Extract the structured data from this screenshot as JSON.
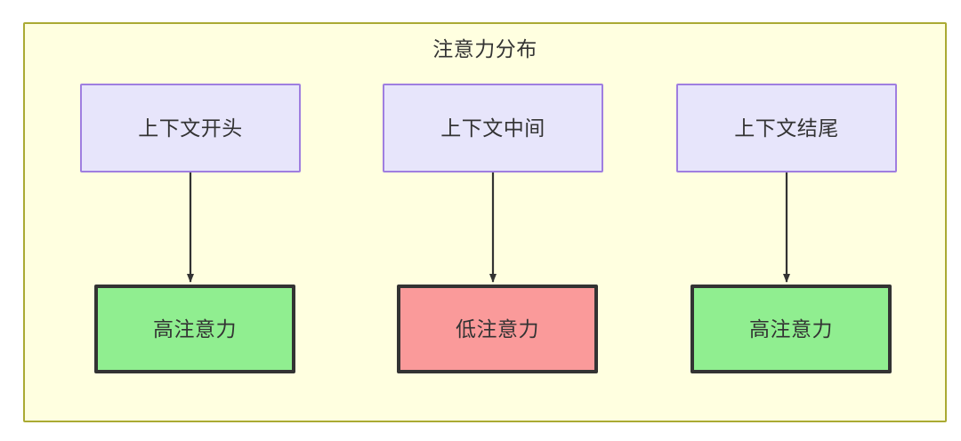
{
  "diagram": {
    "title": "注意力分布",
    "background_color": "#ffffe0",
    "border_color": "#aaaa33",
    "page_background": "#ffffff",
    "text_color": "#333333",
    "nodes": {
      "context": [
        {
          "id": "ctx-start",
          "label": "上下文开头",
          "fill": "#e7e5fb",
          "stroke": "#9f7ee0"
        },
        {
          "id": "ctx-middle",
          "label": "上下文中间",
          "fill": "#e7e5fb",
          "stroke": "#9f7ee0"
        },
        {
          "id": "ctx-end",
          "label": "上下文结尾",
          "fill": "#e7e5fb",
          "stroke": "#9f7ee0"
        }
      ],
      "outcome": [
        {
          "id": "attn-high-start",
          "label": "高注意力",
          "fill": "#90ee90",
          "stroke": "#333333"
        },
        {
          "id": "attn-low-middle",
          "label": "低注意力",
          "fill": "#fa9a9a",
          "stroke": "#333333"
        },
        {
          "id": "attn-high-end",
          "label": "高注意力",
          "fill": "#90ee90",
          "stroke": "#333333"
        }
      ]
    },
    "edges": [
      {
        "from": "上下文开头",
        "to": "高注意力",
        "arrow": "down"
      },
      {
        "from": "上下文中间",
        "to": "低注意力",
        "arrow": "down"
      },
      {
        "from": "上下文结尾",
        "to": "高注意力",
        "arrow": "down"
      }
    ],
    "edge_color": "#333333"
  }
}
